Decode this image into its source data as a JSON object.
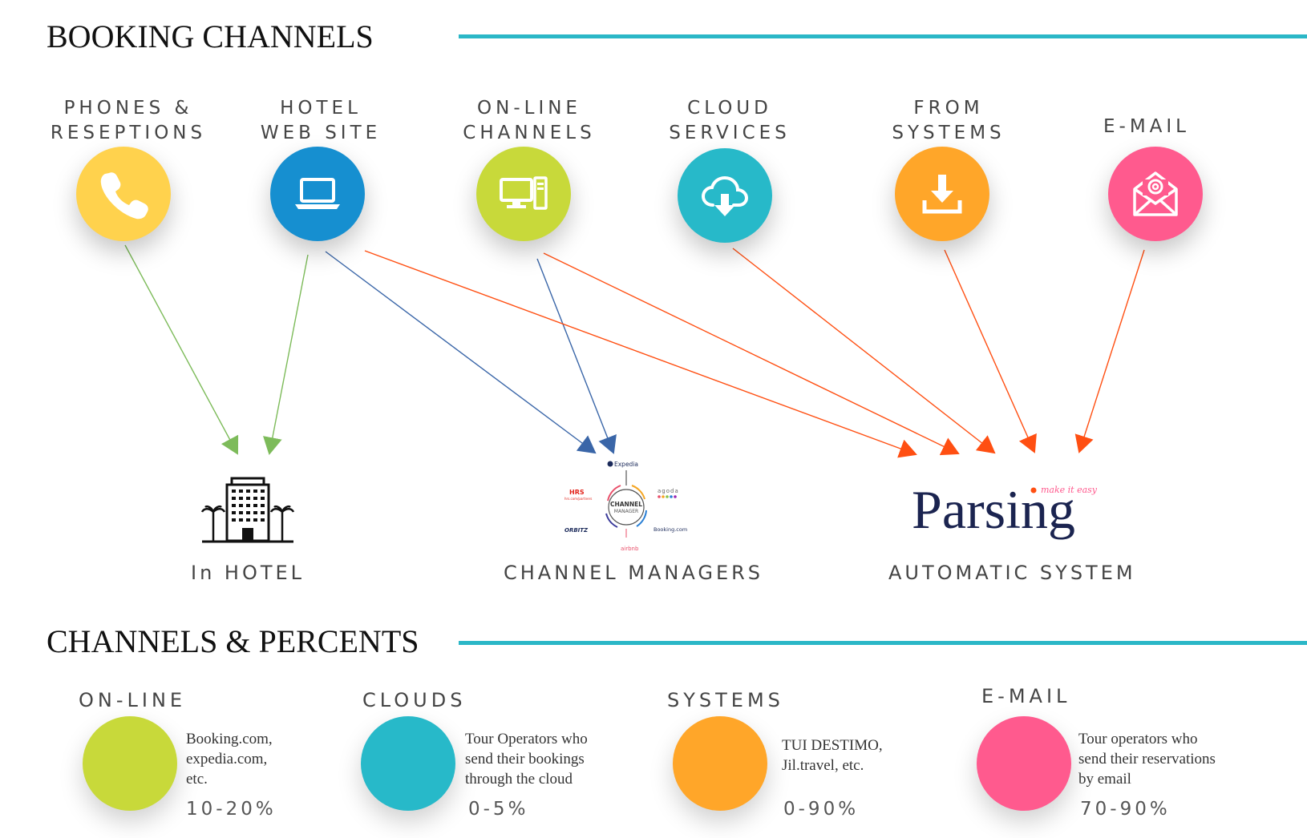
{
  "sections": {
    "booking_title": "BOOKING CHANNELS",
    "percents_title": "CHANNELS & PERCENTS"
  },
  "colors": {
    "accent_rule": "#2bb7c7",
    "yellow": "#ffd24d",
    "blue": "#168fd0",
    "lime": "#c8d93a",
    "teal": "#27b9c9",
    "orange": "#ffa629",
    "pink": "#ff5a8e",
    "arrow_green": "#7dbb5a",
    "arrow_blue": "#3a66a8",
    "arrow_orange": "#ff4f12"
  },
  "channels": [
    {
      "line1": "PHONES &",
      "line2": "RESEPTIONS",
      "icon": "phone-icon",
      "color": "yellow"
    },
    {
      "line1": "HOTEL",
      "line2": "WEB SITE",
      "icon": "laptop-icon",
      "color": "blue"
    },
    {
      "line1": "ON-LINE",
      "line2": "CHANNELS",
      "icon": "desktop-computer-icon",
      "color": "lime"
    },
    {
      "line1": "CLOUD",
      "line2": "SERVICES",
      "icon": "cloud-download-icon",
      "color": "teal"
    },
    {
      "line1": "FROM",
      "line2": "SYSTEMS",
      "icon": "download-icon",
      "color": "orange"
    },
    {
      "line1": "E-MAIL",
      "line2": "",
      "icon": "email-icon",
      "color": "pink"
    }
  ],
  "destinations": [
    {
      "label": "In HOTEL",
      "icon": "hotel-building-icon"
    },
    {
      "label": "CHANNEL MANAGERS",
      "icon": "channel-manager-diagram-icon"
    },
    {
      "label": "AUTOMATIC SYSTEM",
      "icon": "parsing-logo"
    }
  ],
  "channel_manager_logo": {
    "center_line1": "CHANNEL",
    "center_line2": "MANAGER",
    "partners": [
      "Expedia",
      "agoda",
      "Booking.com",
      "airbnb",
      "ORBITZ",
      "HRS"
    ],
    "hrs_sub": "hrs.com/partners"
  },
  "parsing_logo": {
    "wordmark": "Parsing",
    "tagline": "make it easy"
  },
  "edges": [
    {
      "from": "PHONES & RESEPTIONS",
      "to": "In HOTEL",
      "color": "arrow_green"
    },
    {
      "from": "HOTEL WEB SITE",
      "to": "In HOTEL",
      "color": "arrow_green"
    },
    {
      "from": "HOTEL WEB SITE",
      "to": "CHANNEL MANAGERS",
      "color": "arrow_blue"
    },
    {
      "from": "ON-LINE CHANNELS",
      "to": "CHANNEL MANAGERS",
      "color": "arrow_blue"
    },
    {
      "from": "HOTEL WEB SITE",
      "to": "AUTOMATIC SYSTEM",
      "color": "arrow_orange"
    },
    {
      "from": "ON-LINE CHANNELS",
      "to": "AUTOMATIC SYSTEM",
      "color": "arrow_orange"
    },
    {
      "from": "CLOUD SERVICES",
      "to": "AUTOMATIC SYSTEM",
      "color": "arrow_orange"
    },
    {
      "from": "FROM SYSTEMS",
      "to": "AUTOMATIC SYSTEM",
      "color": "arrow_orange"
    },
    {
      "from": "E-MAIL",
      "to": "AUTOMATIC SYSTEM",
      "color": "arrow_orange"
    }
  ],
  "percents": [
    {
      "label": "ON-LINE",
      "desc": [
        "Booking.com,",
        "expedia.com,",
        "etc."
      ],
      "value": "10-20%",
      "color": "lime"
    },
    {
      "label": "CLOUDS",
      "desc": [
        "Tour Operators who",
        "send their bookings",
        "through the cloud"
      ],
      "value": "0-5%",
      "color": "teal"
    },
    {
      "label": "SYSTEMS",
      "desc": [
        "TUI DESTIMO,",
        "Jil.travel, etc."
      ],
      "value": "0-90%",
      "color": "orange"
    },
    {
      "label": "E-MAIL",
      "desc": [
        "Tour operators who",
        "send their reservations",
        "by email"
      ],
      "value": "70-90%",
      "color": "pink"
    }
  ]
}
